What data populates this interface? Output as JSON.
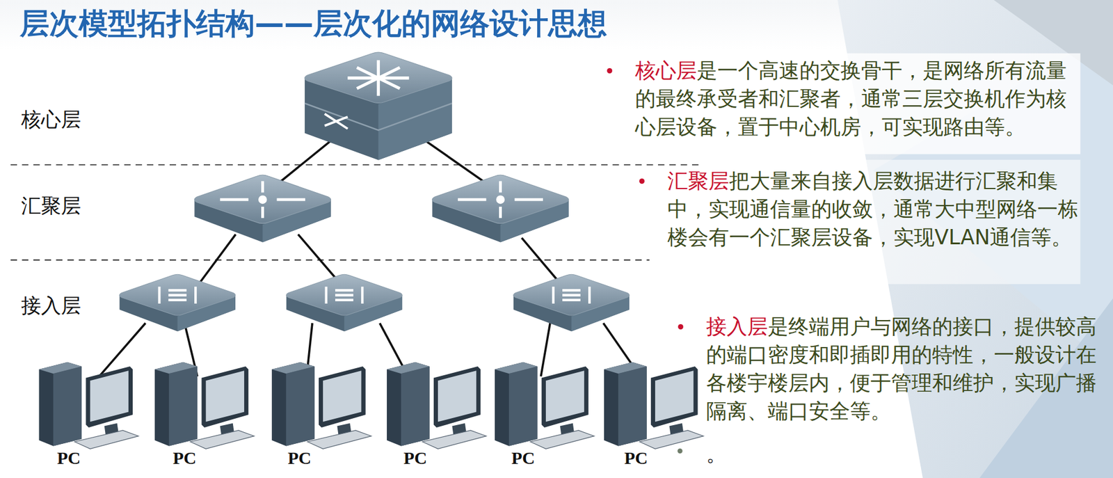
{
  "diagram": {
    "title": "层次模型拓扑结构——层次化的网络设计思想",
    "nodes": [
      {
        "text": [
          "核心层",
          "是一个高速的交换骨干，是网络所有流量的最终承受者和汇聚者，通常三层交换机作为核心层设备，置于中心机房，可实现路由等。"
        ]
      },
      {
        "text": [
          "汇聚层",
          "把大量来自接入层数据进行汇聚和集中，实现通信量的收敛，通常大中型网络一栋楼会有一个汇聚层设备，实现VLAN通信等。"
        ]
      },
      {
        "text": [
          "接入层",
          "是终端用户与网络的接口，提供较高的端口密度和即插即用的特性，一般设计在各楼宇楼层内，便于管理和维护，实现广播隔离、端口安全等。"
        ]
      }
    ],
    "edges": [],
    "labels": [
      "核心层",
      "汇聚层",
      "接入层",
      "PC",
      "PC",
      "PC",
      "PC",
      "PC",
      "PC",
      "。"
    ]
  }
}
